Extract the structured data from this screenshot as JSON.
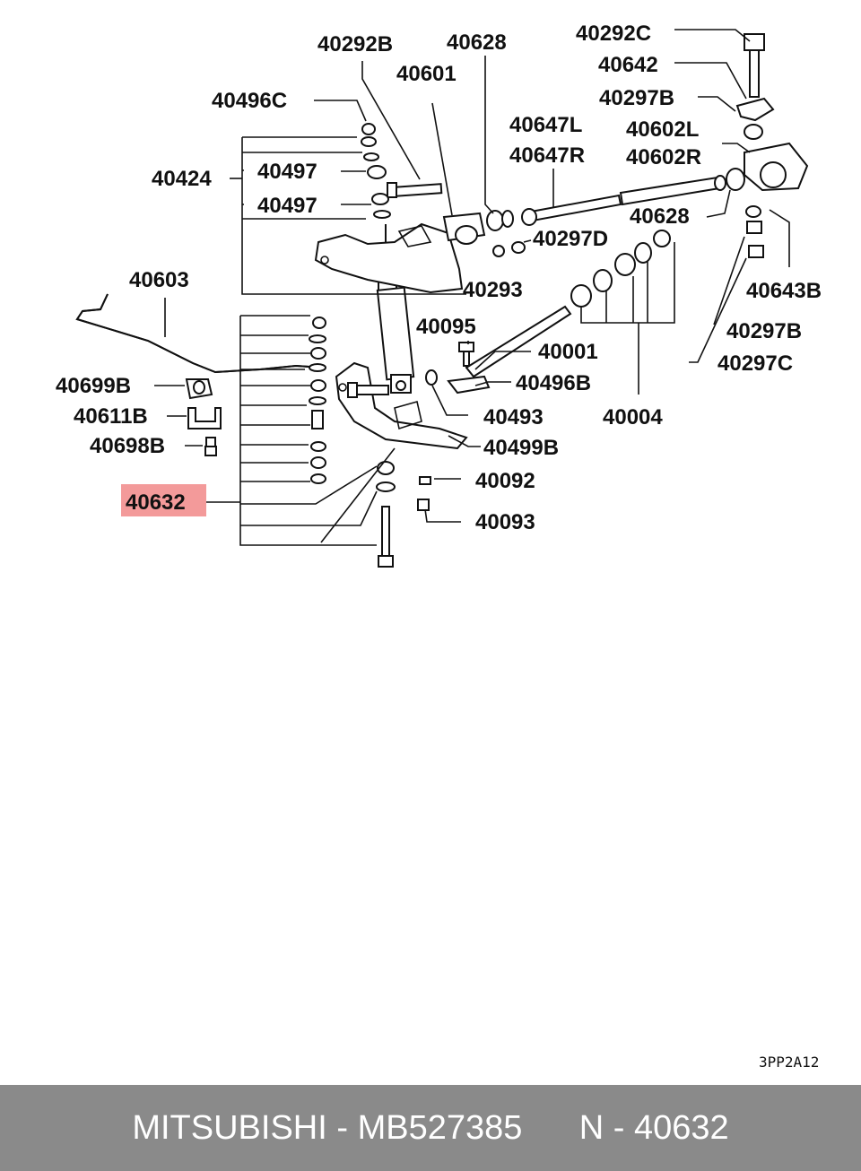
{
  "labels": {
    "p40292B": "40292B",
    "p40628a": "40628",
    "p40292C": "40292C",
    "p40601": "40601",
    "p40642": "40642",
    "p40496C": "40496C",
    "p40297Ba": "40297B",
    "p40647L": "40647L",
    "p40602L": "40602L",
    "p40647R": "40647R",
    "p40602R": "40602R",
    "p40424": "40424",
    "p40497a": "40497",
    "p40497b": "40497",
    "p40628b": "40628",
    "p40297D": "40297D",
    "p40603": "40603",
    "p40293": "40293",
    "p40643B": "40643B",
    "p40095": "40095",
    "p40297Bb": "40297B",
    "p40001": "40001",
    "p40297C": "40297C",
    "p40699B": "40699B",
    "p40496B": "40496B",
    "p40493": "40493",
    "p40004": "40004",
    "p40611B": "40611B",
    "p40698B": "40698B",
    "p40499B": "40499B",
    "p40632": "40632",
    "p40092": "40092",
    "p40093": "40093"
  },
  "diagram_code": "3PP2A12",
  "highlight_color": "#f39a9a",
  "footer": {
    "brand_part": "MITSUBISHI - MB527385",
    "ref": "N - 40632"
  }
}
